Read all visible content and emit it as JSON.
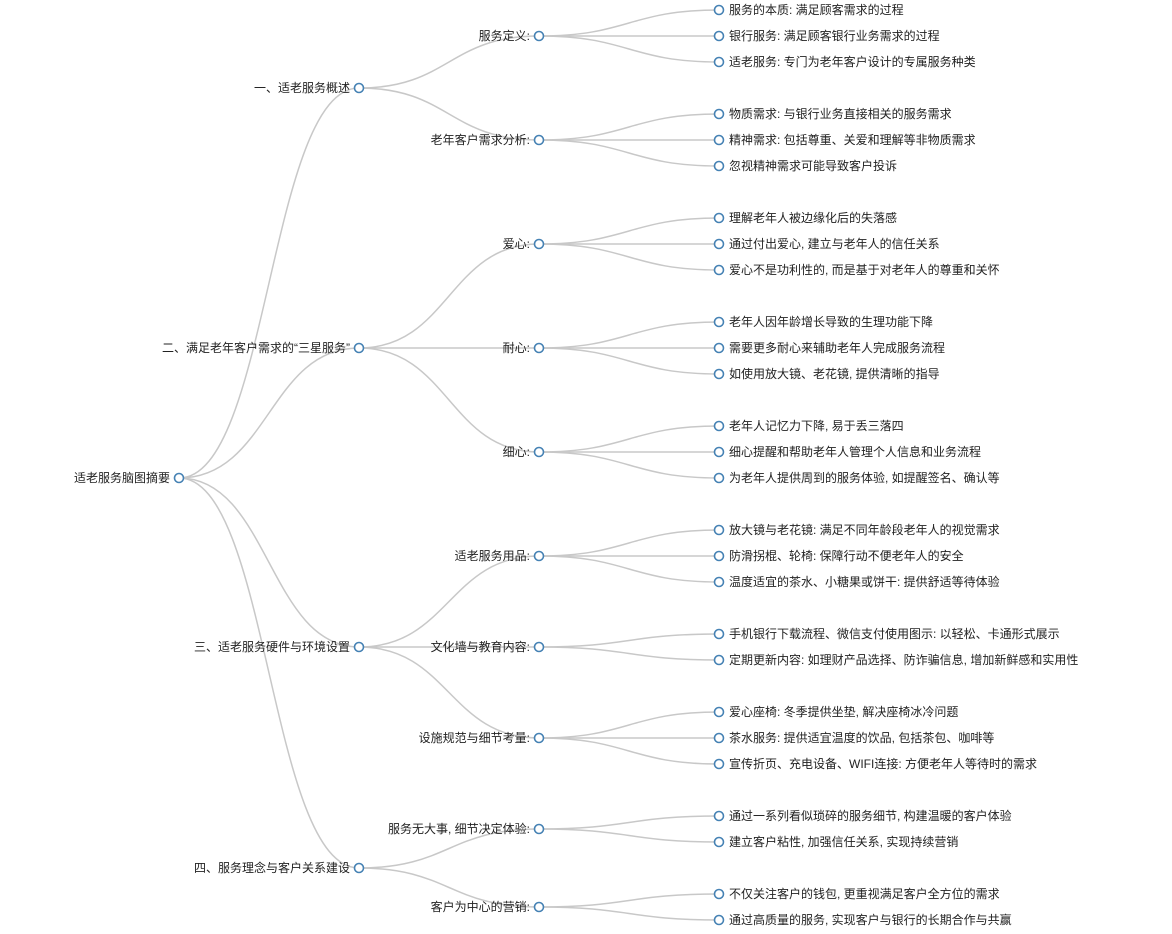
{
  "mindmap": {
    "name": "适老服务脑图摘要",
    "children": [
      {
        "name": "一、适老服务概述",
        "children": [
          {
            "name": "服务定义:",
            "children": [
              {
                "name": "服务的本质: 满足顾客需求的过程"
              },
              {
                "name": "银行服务: 满足顾客银行业务需求的过程"
              },
              {
                "name": "适老服务: 专门为老年客户设计的专属服务种类"
              }
            ]
          },
          {
            "name": "老年客户需求分析:",
            "children": [
              {
                "name": "物质需求: 与银行业务直接相关的服务需求"
              },
              {
                "name": "精神需求: 包括尊重、关爱和理解等非物质需求"
              },
              {
                "name": "忽视精神需求可能导致客户投诉"
              }
            ]
          }
        ]
      },
      {
        "name": "二、满足老年客户需求的“三星服务”",
        "children": [
          {
            "name": "爱心:",
            "children": [
              {
                "name": "理解老年人被边缘化后的失落感"
              },
              {
                "name": "通过付出爱心, 建立与老年人的信任关系"
              },
              {
                "name": "爱心不是功利性的, 而是基于对老年人的尊重和关怀"
              }
            ]
          },
          {
            "name": "耐心:",
            "children": [
              {
                "name": "老年人因年龄增长导致的生理功能下降"
              },
              {
                "name": "需要更多耐心来辅助老年人完成服务流程"
              },
              {
                "name": "如使用放大镜、老花镜, 提供清晰的指导"
              }
            ]
          },
          {
            "name": "细心:",
            "children": [
              {
                "name": "老年人记忆力下降, 易于丢三落四"
              },
              {
                "name": "细心提醒和帮助老年人管理个人信息和业务流程"
              },
              {
                "name": "为老年人提供周到的服务体验, 如提醒签名、确认等"
              }
            ]
          }
        ]
      },
      {
        "name": "三、适老服务硬件与环境设置",
        "children": [
          {
            "name": "适老服务用品:",
            "children": [
              {
                "name": "放大镜与老花镜: 满足不同年龄段老年人的视觉需求"
              },
              {
                "name": "防滑拐棍、轮椅: 保障行动不便老年人的安全"
              },
              {
                "name": "温度适宜的茶水、小糖果或饼干: 提供舒适等待体验"
              }
            ]
          },
          {
            "name": "文化墙与教育内容:",
            "children": [
              {
                "name": "手机银行下载流程、微信支付使用图示: 以轻松、卡通形式展示"
              },
              {
                "name": "定期更新内容: 如理财产品选择、防诈骗信息, 增加新鲜感和实用性"
              }
            ]
          },
          {
            "name": "设施规范与细节考量:",
            "children": [
              {
                "name": "爱心座椅: 冬季提供坐垫, 解决座椅冰冷问题"
              },
              {
                "name": "茶水服务: 提供适宜温度的饮品, 包括茶包、咖啡等"
              },
              {
                "name": "宣传折页、充电设备、WIFI连接: 方便老年人等待时的需求"
              }
            ]
          }
        ]
      },
      {
        "name": "四、服务理念与客户关系建设",
        "children": [
          {
            "name": "服务无大事, 细节决定体验:",
            "children": [
              {
                "name": "通过一系列看似琐碎的服务细节, 构建温暖的客户体验"
              },
              {
                "name": "建立客户粘性, 加强信任关系, 实现持续营销"
              }
            ]
          },
          {
            "name": "客户为中心的营销:",
            "children": [
              {
                "name": "不仅关注客户的钱包, 更重视满足客户全方位的需求"
              },
              {
                "name": "通过高质量的服务, 实现客户与银行的长期合作与共赢"
              }
            ]
          }
        ]
      }
    ]
  },
  "colors": {
    "node_stroke": "#4682b4",
    "link": "#c8c8c8"
  }
}
